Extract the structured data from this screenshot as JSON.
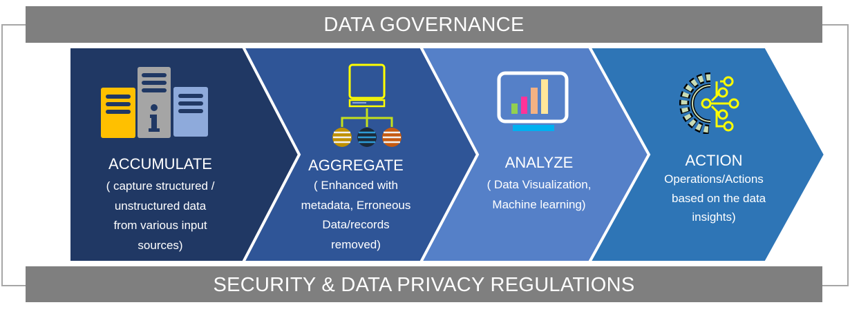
{
  "header": {
    "title": "DATA GOVERNANCE"
  },
  "footer": {
    "title": "SECURITY & DATA PRIVACY REGULATIONS"
  },
  "stages": [
    {
      "title": "ACCUMULATE",
      "description": "( capture  structured /\nunstructured data\nfrom various input\nsources)",
      "icon": "file-servers-icon",
      "color": "#203864"
    },
    {
      "title": "AGGREGATE",
      "description": "( Enhanced with\nmetadata,  Erroneous\nData/records\nremoved)",
      "icon": "computer-database-network-icon",
      "color": "#2f5597"
    },
    {
      "title": "ANALYZE",
      "description": "( Data Visualization,\nMachine learning)",
      "icon": "monitor-bar-chart-icon",
      "color": "#5580c8"
    },
    {
      "title": "ACTION",
      "description": "Operations/Actions\n   based on the data\ninsights)",
      "icon": "gear-circuit-icon",
      "color": "#2e75b6"
    }
  ]
}
